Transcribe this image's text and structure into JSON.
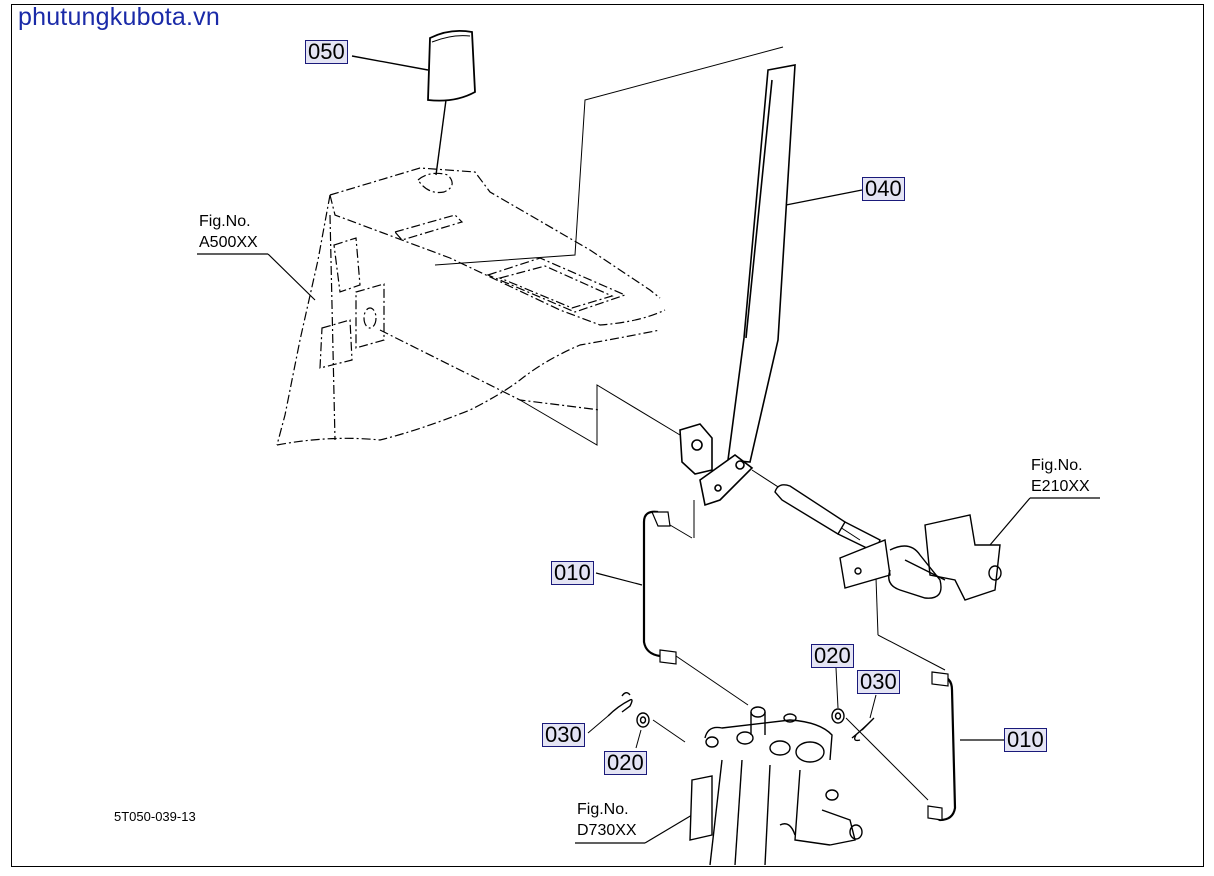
{
  "watermark": "phutungkubota.vn",
  "drawing_number": "5T050-039-13",
  "colors": {
    "watermark": "#1a2aa8",
    "callout_bg": "#e4e4f4",
    "callout_border": "#1a1a7a",
    "line": "#000000"
  },
  "parts": {
    "p050": "050",
    "p040": "040",
    "p010_left": "010",
    "p010_right": "010",
    "p020_top": "020",
    "p020_bottom": "020",
    "p030_left": "030",
    "p030_right": "030"
  },
  "figure_refs": {
    "a500": {
      "label": "Fig.No.",
      "code": "A500XX"
    },
    "e210": {
      "label": "Fig.No.",
      "code": "E210XX"
    },
    "d730": {
      "label": "Fig.No.",
      "code": "D730XX"
    }
  }
}
